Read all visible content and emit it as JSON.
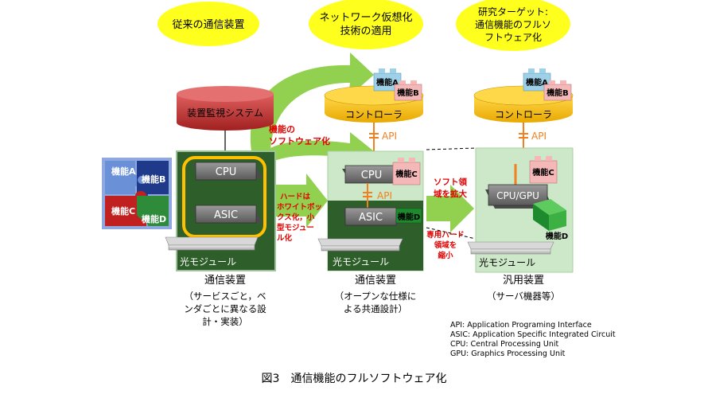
{
  "headers": {
    "left": "従来の通信装置",
    "middle": [
      "ネットワーク仮想化",
      "技術の適用"
    ],
    "right": [
      "研究ターゲット:",
      "通信機能のフルソ",
      "フトウェア化"
    ]
  },
  "monitoring_system": "装置監視システム",
  "controller_label": "コントローラ",
  "api_label": "API",
  "chips": {
    "cpu": "CPU",
    "asic": "ASIC",
    "cpu_gpu": "CPU/GPU"
  },
  "functions": {
    "a": "機能A",
    "b": "機能B",
    "c": "機能C",
    "d": "機能D"
  },
  "optical_module": "光モジュール",
  "annotations": {
    "softwarization": [
      "機能の",
      "ソフトウェア化"
    ],
    "whitebox": [
      "ハードは",
      "ホワイトボッ",
      "クス化，小",
      "型モジュー",
      "ル化"
    ],
    "expand": [
      "ソフト領",
      "域を拡大"
    ],
    "shrink": [
      "専用ハード",
      "領域を",
      "縮小"
    ]
  },
  "captions": {
    "left": {
      "title": "通信装置",
      "desc": [
        "（サービスごと，ベ",
        "ンダごとに異なる設",
        "計・実装）"
      ]
    },
    "middle": {
      "title": "通信装置",
      "desc": [
        "（オープンな仕様に",
        "よる共通設計）"
      ]
    },
    "right": {
      "title": "汎用装置",
      "desc": [
        "（サーバ機器等）"
      ]
    }
  },
  "legend": [
    "API: Application Programing Interface",
    "ASIC: Application Specific Integrated Circuit",
    "CPU: Central Processing Unit",
    "GPU: Graphics Processing Unit"
  ],
  "figure_caption": "図3　通信機能のフルソフトウェア化",
  "colors": {
    "header_yellow": "#FFFF1E",
    "arrow_green": "#92D050",
    "board_dark": "#2E5E2A",
    "board_light": "#CDE8C8",
    "controller_yellow": "#FFC000",
    "monitor_red": "#C0392B",
    "orange": "#F08020",
    "annotation_red": "#E00000"
  }
}
